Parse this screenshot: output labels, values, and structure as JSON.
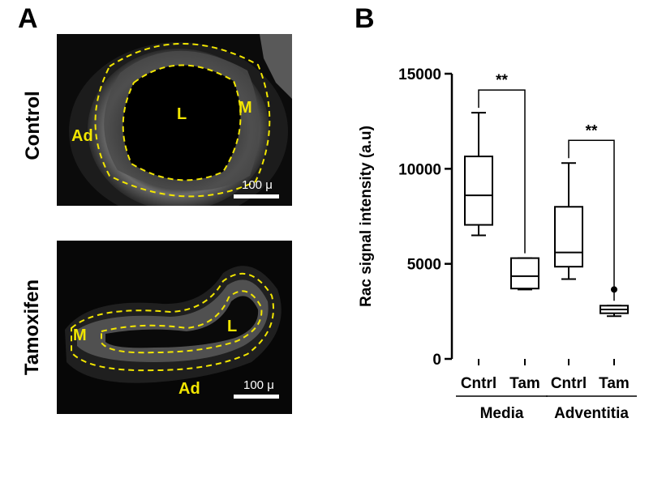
{
  "panels": {
    "a_letter": "A",
    "b_letter": "B"
  },
  "micrographs": {
    "control": {
      "row_label": "Control",
      "regions": {
        "lumen": "L",
        "media": "M",
        "adventitia": "Ad"
      },
      "scale_label": "100 μ"
    },
    "tamoxifen": {
      "row_label": "Tamoxifen",
      "regions": {
        "lumen": "L",
        "media": "M",
        "adventitia": "Ad"
      },
      "scale_label": "100 μ"
    },
    "colors": {
      "outline": "#f2e600",
      "background": "#000000"
    }
  },
  "chart_data": {
    "type": "box",
    "ylabel": "Rac signal intensity (a.u)",
    "ylim": [
      0,
      15000
    ],
    "yticks": [
      0,
      5000,
      10000,
      15000
    ],
    "ytick_labels": [
      "0",
      "5000",
      "10000",
      "15000"
    ],
    "categories": [
      "Cntrl",
      "Tam",
      "Cntrl",
      "Tam"
    ],
    "groups": [
      {
        "label": "Media",
        "members": [
          0,
          1
        ]
      },
      {
        "label": "Adventitia",
        "members": [
          2,
          3
        ]
      }
    ],
    "boxes": [
      {
        "min": 6500,
        "q1": 7050,
        "median": 8600,
        "q3": 10650,
        "max": 12950,
        "outliers": []
      },
      {
        "min": 3650,
        "q1": 3700,
        "median": 4350,
        "q3": 5300,
        "max": 5300,
        "outliers": []
      },
      {
        "min": 4200,
        "q1": 4850,
        "median": 5600,
        "q3": 8000,
        "max": 10300,
        "outliers": []
      },
      {
        "min": 2250,
        "q1": 2400,
        "median": 2600,
        "q3": 2800,
        "max": 2800,
        "outliers": [
          3650
        ]
      }
    ],
    "significance": [
      {
        "pair": [
          0,
          1
        ],
        "label": "**"
      },
      {
        "pair": [
          2,
          3
        ],
        "label": "**"
      }
    ]
  }
}
